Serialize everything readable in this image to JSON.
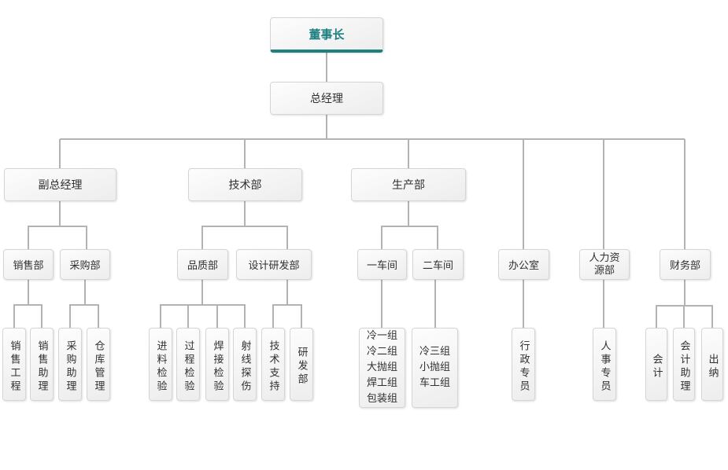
{
  "title": "company-org-chart",
  "colors": {
    "accent_teal": "#217f7f",
    "connector_gray": "#b3b3b3",
    "box_border": "#d5d5d5",
    "box_fill_top": "#fdfdfd",
    "box_fill_bottom": "#ededed",
    "text": "#303030"
  },
  "nodes": {
    "chairman": {
      "label": "董事长"
    },
    "general_manager": {
      "label": "总经理"
    },
    "deputy_gm": {
      "label": "副总经理"
    },
    "tech_dept": {
      "label": "技术部"
    },
    "production_dept": {
      "label": "生产部"
    },
    "sales_dept": {
      "label": "销售部"
    },
    "purchasing_dept": {
      "label": "采购部"
    },
    "quality_dept": {
      "label": "品质部"
    },
    "design_rd_dept": {
      "label": "设计研发部"
    },
    "workshop1": {
      "label": "一车间"
    },
    "workshop2": {
      "label": "二车间"
    },
    "office": {
      "label": "办公室"
    },
    "hr_dept": {
      "label": "人力资源部"
    },
    "finance_dept": {
      "label": "财务部"
    },
    "sales_engineering": {
      "label": "销售工程"
    },
    "sales_assistant": {
      "label": "销售助理"
    },
    "purchasing_assistant": {
      "label": "采购助理"
    },
    "warehouse_management": {
      "label": "仓库管理"
    },
    "incoming_inspection": {
      "label": "进料检验"
    },
    "process_inspection": {
      "label": "过程检验"
    },
    "welding_inspection": {
      "label": "焊接检验"
    },
    "radiographic_testing": {
      "label": "射线探伤"
    },
    "technical_support": {
      "label": "技术支持"
    },
    "rd_dept": {
      "label": "研发部"
    },
    "workshop1_groups": {
      "lines": [
        "冷一组",
        "冷二组",
        "大抛组",
        "焊工组",
        "包装组"
      ]
    },
    "workshop2_groups": {
      "lines": [
        "冷三组",
        "小抛组",
        "车工组"
      ]
    },
    "admin_specialist": {
      "label": "行政专员"
    },
    "hr_specialist": {
      "label": "人事专员"
    },
    "accountant": {
      "label": "会计"
    },
    "accounting_assistant": {
      "label": "会计助理"
    },
    "cashier": {
      "label": "出纳"
    }
  },
  "hierarchy": {
    "chairman": [
      "general_manager"
    ],
    "general_manager": [
      "deputy_gm",
      "tech_dept",
      "production_dept",
      "office",
      "hr_dept",
      "finance_dept"
    ],
    "deputy_gm": [
      "sales_dept",
      "purchasing_dept"
    ],
    "tech_dept": [
      "quality_dept",
      "design_rd_dept"
    ],
    "production_dept": [
      "workshop1",
      "workshop2"
    ],
    "sales_dept": [
      "sales_engineering",
      "sales_assistant"
    ],
    "purchasing_dept": [
      "purchasing_assistant",
      "warehouse_management"
    ],
    "quality_dept": [
      "incoming_inspection",
      "process_inspection",
      "welding_inspection",
      "radiographic_testing"
    ],
    "design_rd_dept": [
      "technical_support",
      "rd_dept"
    ],
    "workshop1": [
      "workshop1_groups"
    ],
    "workshop2": [
      "workshop2_groups"
    ],
    "office": [
      "admin_specialist"
    ],
    "hr_dept": [
      "hr_specialist"
    ],
    "finance_dept": [
      "accountant",
      "accounting_assistant",
      "cashier"
    ]
  }
}
